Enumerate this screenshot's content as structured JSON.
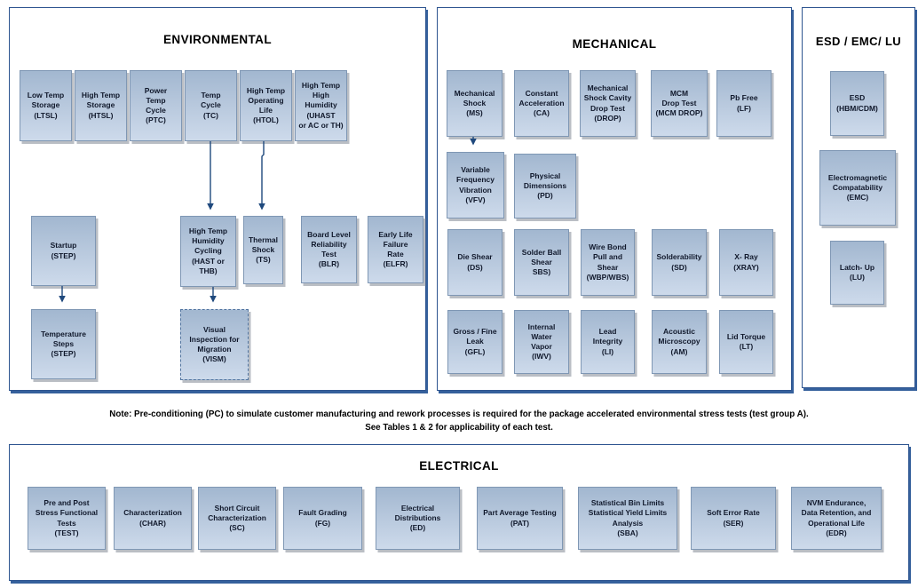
{
  "colors": {
    "panel_border": "#2e5590",
    "panel_shadow": "#35609c",
    "box_border": "#7f97b4",
    "box_gradient_top": "#a2b7d0",
    "box_gradient_bottom": "#cddaeb",
    "box_text": "#10182b",
    "arrow": "#1f497d"
  },
  "environmental": {
    "title": "ENVIRONMENTAL",
    "boxes": {
      "ltsl": "Low Temp\nStorage\n(LTSL)",
      "htsl": "High Temp\nStorage\n(HTSL)",
      "ptc": "Power\nTemp\nCycle\n(PTC)",
      "tc": "Temp\nCycle\n(TC)",
      "htol": "High Temp\nOperating\nLife\n(HTOL)",
      "uhast": "High Temp\nHigh\nHumidity\n(UHAST\nor AC or TH)",
      "startup": "Startup\n(STEP)",
      "hast": "High Temp\nHumidity\nCycling\n(HAST or\nTHB)",
      "ts": "Thermal\nShock\n(TS)",
      "blr": "Board Level\nReliability\nTest\n(BLR)",
      "elfr": "Early Life\nFailure\nRate\n(ELFR)",
      "temp_steps": "Temperature\nSteps\n(STEP)",
      "vism": "Visual\nInspection for\nMigration\n(VISM)"
    }
  },
  "mechanical": {
    "title": "MECHANICAL",
    "boxes": {
      "ms": "Mechanical\nShock\n(MS)",
      "ca": "Constant\nAcceleration\n(CA)",
      "drop": "Mechanical\nShock Cavity\nDrop Test\n(DROP)",
      "mcm_drop": "MCM\nDrop Test\n(MCM DROP)",
      "lf": "Pb Free\n(LF)",
      "vfv": "Variable\nFrequency\nVibration\n(VFV)",
      "pd": "Physical\nDimensions\n(PD)",
      "ds": "Die Shear\n(DS)",
      "sbs": "Solder Ball\nShear\nSBS)",
      "wbp": "Wire Bond\nPull and\nShear\n(WBP/WBS)",
      "sd": "Solderability\n(SD)",
      "xray": "X- Ray\n(XRAY)",
      "gfl": "Gross / Fine\nLeak\n(GFL)",
      "iwv": "Internal\nWater\nVapor\n(IWV)",
      "li": "Lead\nIntegrity\n(LI)",
      "am": "Acoustic\nMicroscopy\n(AM)",
      "lt": "Lid Torque\n(LT)"
    }
  },
  "esd": {
    "title": "ESD / EMC/ LU",
    "boxes": {
      "esd": "ESD\n(HBM/CDM)",
      "emc": "Electromagnetic\nCompatability\n(EMC)",
      "lu": "Latch- Up\n(LU)"
    }
  },
  "electrical": {
    "title": "ELECTRICAL",
    "boxes": {
      "test": "Pre and Post\nStress Functional\nTests\n(TEST)",
      "char": "Characterization\n(CHAR)",
      "sc": "Short Circuit\nCharacterization\n(SC)",
      "fg": "Fault Grading\n(FG)",
      "ed": "Electrical\nDistributions\n(ED)",
      "pat": "Part Average Testing\n(PAT)",
      "sba": "Statistical Bin Limits\nStatistical Yield Limits\nAnalysis\n(SBA)",
      "ser": "Soft Error Rate\n(SER)",
      "edr": "NVM Endurance,\nData Retention, and\nOperational Life\n(EDR)"
    }
  },
  "connections": [
    "Temp Cycle (TC) -> High Temp Humidity Cycling (HAST or THB)",
    "High Temp Operating Life (HTOL) -> Thermal Shock (TS)",
    "Startup (STEP) -> Temperature Steps (STEP)",
    "High Temp Humidity Cycling (HAST or THB) -> Visual Inspection for Migration (VISM)",
    "Mechanical Shock (MS) -> Variable Frequency Vibration (VFV)"
  ],
  "note": {
    "line1": "Note:  Pre-conditioning (PC) to simulate customer manufacturing and rework processes is required for the package accelerated environmental stress tests (test group A).",
    "line2": "See Tables 1 & 2 for applicability of each test."
  }
}
